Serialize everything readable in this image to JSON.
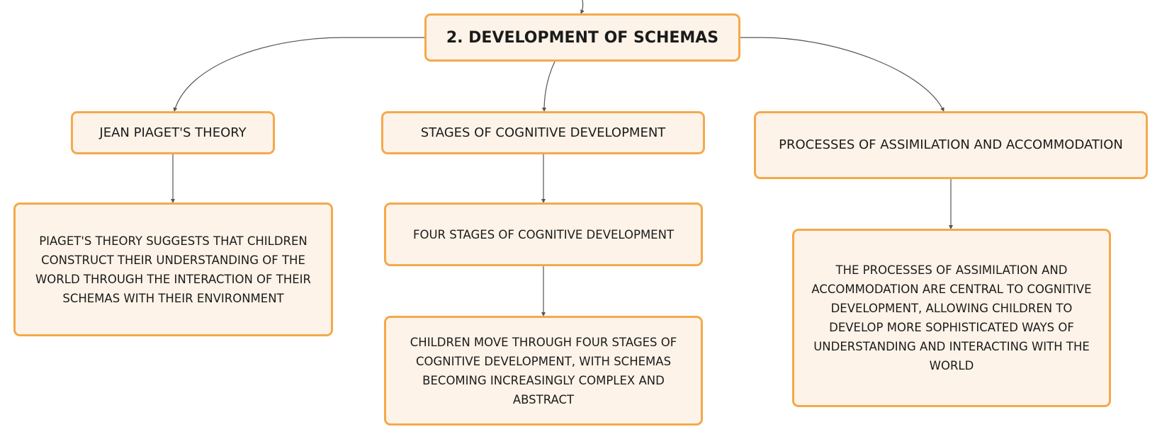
{
  "diagram": {
    "root": {
      "label": "2. DEVELOPMENT OF SCHEMAS"
    },
    "branches": [
      {
        "label": "JEAN PIAGET'S THEORY",
        "children": [
          {
            "label": "PIAGET'S THEORY SUGGESTS THAT CHILDREN CONSTRUCT THEIR UNDERSTANDING OF THE WORLD THROUGH THE INTERACTION OF THEIR SCHEMAS WITH THEIR ENVIRONMENT"
          }
        ]
      },
      {
        "label": "STAGES OF COGNITIVE DEVELOPMENT",
        "children": [
          {
            "label": "FOUR STAGES OF COGNITIVE DEVELOPMENT"
          },
          {
            "label": "CHILDREN MOVE THROUGH FOUR STAGES OF COGNITIVE DEVELOPMENT, WITH SCHEMAS BECOMING INCREASINGLY COMPLEX AND ABSTRACT"
          }
        ]
      },
      {
        "label": "PROCESSES OF ASSIMILATION AND ACCOMMODATION",
        "children": [
          {
            "label": "THE PROCESSES OF ASSIMILATION AND ACCOMMODATION ARE CENTRAL TO COGNITIVE DEVELOPMENT, ALLOWING CHILDREN TO DEVELOP MORE SOPHISTICATED WAYS OF UNDERSTANDING AND INTERACTING WITH THE WORLD"
          }
        ]
      }
    ]
  },
  "colors": {
    "node_fill": "#fef3e8",
    "node_border": "#f4a94b",
    "connector": "#555555",
    "text": "#1b1b1b"
  }
}
